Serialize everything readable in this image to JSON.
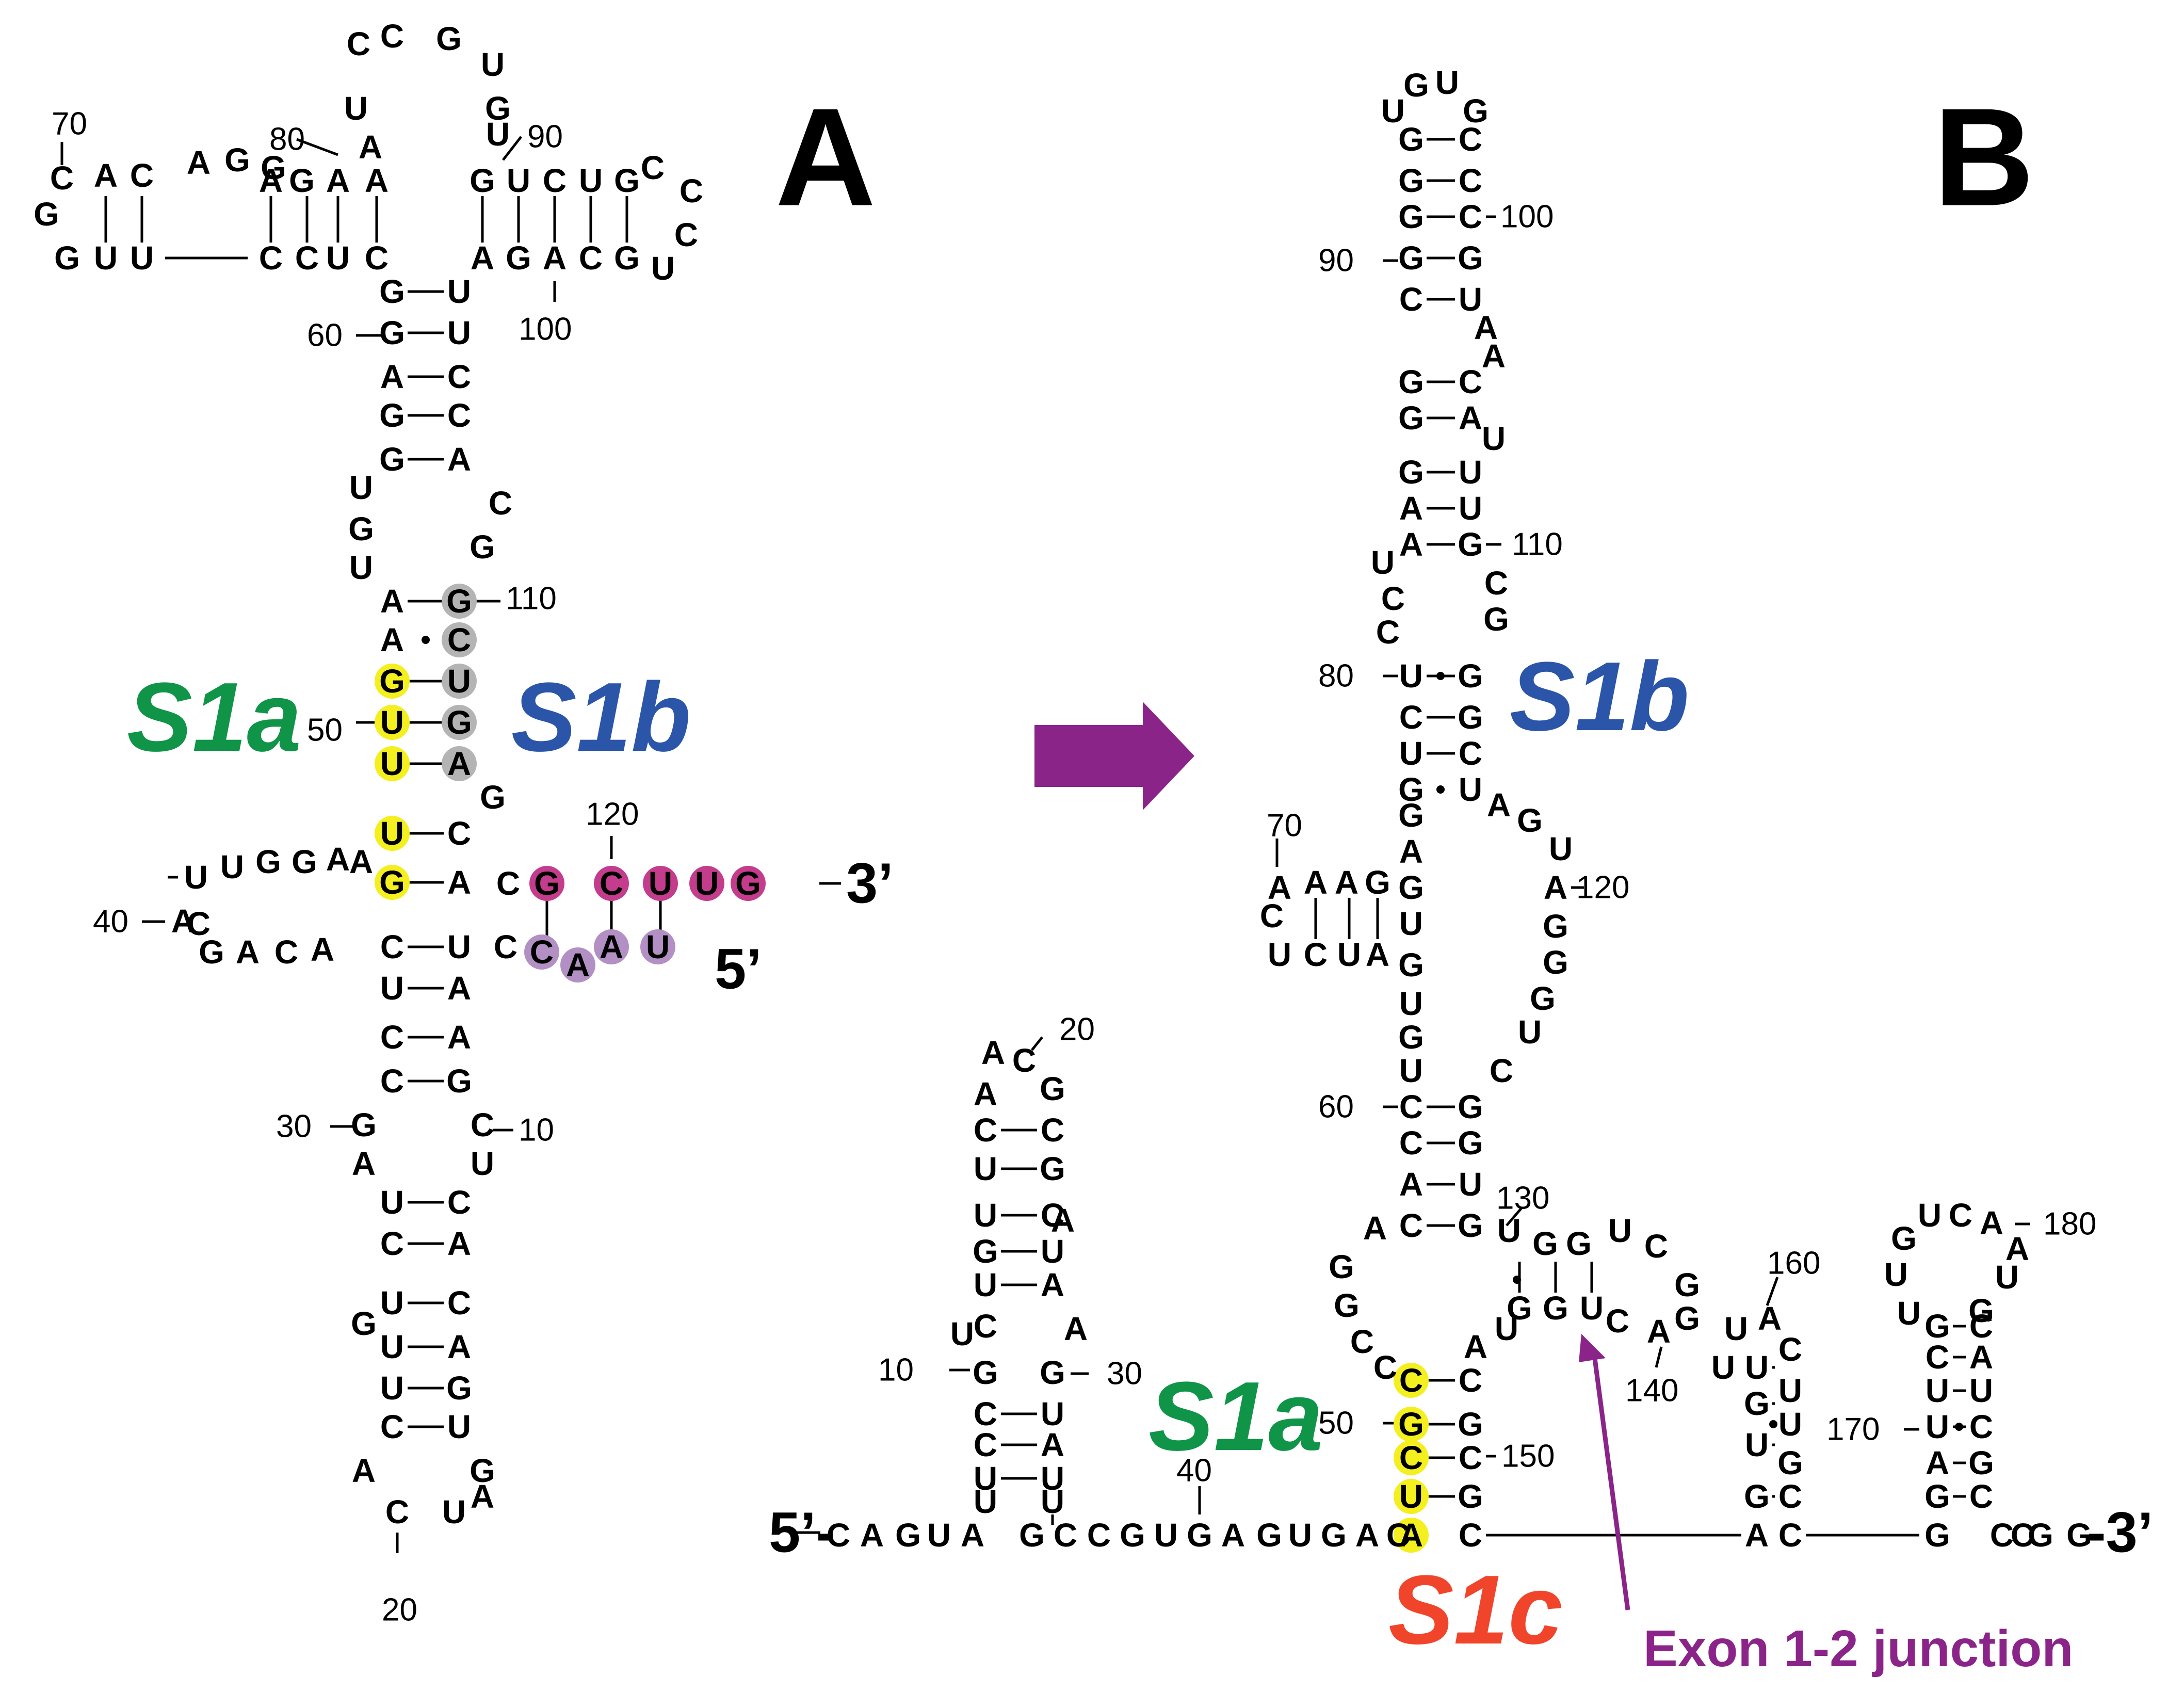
{
  "panels": {
    "a": "A",
    "b": "B"
  },
  "colors": {
    "s1a": "#0f9448",
    "s1b": "#2b55a8",
    "s1c": "#f0452a",
    "junction": "#8b2488",
    "highlight_yellow": "#f4ef1e",
    "highlight_gray": "#b4b4b4",
    "highlight_magenta": "#c43c8c",
    "highlight_lilac": "#b290c4",
    "arrow": "#8b2488"
  },
  "labels": {
    "s1a": "S1a",
    "s1b": "S1b",
    "s1c": "S1c",
    "junction": "Exon 1-2 junction",
    "five_prime": "5’",
    "three_prime": "3’"
  },
  "numbers": {
    "a": [
      "70",
      "80",
      "90",
      "100",
      "60",
      "110",
      "50",
      "120",
      "40",
      "30",
      "10",
      "20"
    ],
    "b": [
      "100",
      "90",
      "110",
      "80",
      "70",
      "120",
      "20",
      "60",
      "130",
      "160",
      "180",
      "10",
      "30",
      "140",
      "50",
      "150",
      "170",
      "40"
    ]
  },
  "ends": {
    "b_5": "5’-",
    "b_3": "-3’"
  },
  "seq_a": [
    "C",
    "C",
    "G",
    "U",
    "U",
    "G",
    "A",
    "U",
    "C",
    "A",
    "C",
    "A",
    "G",
    "G",
    "A",
    "G",
    "A",
    "A",
    "G",
    "U",
    "C",
    "U",
    "G",
    "C",
    "C",
    "C",
    "U",
    "G",
    "G",
    "U",
    "U",
    "C",
    "C",
    "U",
    "C",
    "A",
    "G",
    "A",
    "C",
    "G",
    "G",
    "U",
    "G",
    "U",
    "A",
    "C",
    "G",
    "C",
    "G",
    "A",
    "U",
    "C",
    "G",
    "G",
    "U",
    "A",
    "G",
    "A",
    "C",
    "G",
    "U",
    "U",
    "G",
    "U",
    "A",
    "G",
    "U",
    "C",
    "G",
    "A",
    "C",
    "G",
    "C",
    "U",
    "U",
    "G",
    "U",
    "U",
    "G",
    "G",
    "A",
    "A",
    "C",
    "A",
    "G",
    "A",
    "C",
    "A",
    "C",
    "U",
    "C",
    "C",
    "A",
    "U",
    "A",
    "U",
    "A",
    "C",
    "A",
    "C",
    "G",
    "G",
    "C",
    "A",
    "U",
    "U",
    "C",
    "C",
    "A",
    "U",
    "C",
    "G",
    "U",
    "A",
    "U",
    "G",
    "C",
    "U",
    "A",
    "G",
    "C",
    "U",
    "A",
    "C",
    "A"
  ],
  "seq_b": [
    "G",
    "U",
    "G",
    "U",
    "G",
    "C",
    "G",
    "C",
    "G",
    "C",
    "G",
    "G",
    "C",
    "U",
    "A",
    "A",
    "G",
    "C",
    "G",
    "A",
    "U",
    "G",
    "U",
    "A",
    "U",
    "A",
    "G",
    "C",
    "G",
    "U",
    "C",
    "C",
    "U",
    "G",
    "C",
    "G",
    "U",
    "C",
    "G",
    "U",
    "A",
    "G",
    "U",
    "G",
    "A",
    "A",
    "A",
    "A",
    "G",
    "G",
    "A",
    "G",
    "G",
    "G",
    "U",
    "C",
    "C",
    "U",
    "C",
    "U",
    "A",
    "U",
    "G",
    "U",
    "G",
    "U",
    "C",
    "G",
    "C",
    "G",
    "A",
    "U",
    "C",
    "G",
    "A",
    "G",
    "G",
    "C",
    "C",
    "U",
    "G",
    "G",
    "U",
    "C",
    "G",
    "G",
    "A",
    "C",
    "G",
    "G",
    "U",
    "A",
    "U",
    "C",
    "C",
    "G",
    "G",
    "C",
    "C",
    "U",
    "G",
    "A",
    "C",
    "A",
    "C",
    "G",
    "A",
    "C",
    "U",
    "C",
    "G",
    "A",
    "U",
    "C",
    "G",
    "U",
    "U",
    "A",
    "U",
    "C",
    "A",
    "G",
    "G",
    "C",
    "U",
    "C",
    "A",
    "U",
    "U",
    "U",
    "U",
    "U",
    "A",
    "C",
    "U",
    "U",
    "U",
    "G",
    "U",
    "U",
    "G",
    "G",
    "C",
    "A",
    "C",
    "G",
    "U",
    "C",
    "A",
    "A",
    "U",
    "G",
    "U",
    "U",
    "G",
    "C",
    "C",
    "A",
    "U",
    "U",
    "U",
    "C",
    "A",
    "G",
    "G",
    "C",
    "G",
    "C",
    "G",
    "G",
    "C",
    "C",
    "A",
    "G",
    "U",
    "A",
    "G",
    "C",
    "C",
    "G",
    "U",
    "G",
    "A",
    "G",
    "U",
    "G",
    "A",
    "C",
    "G",
    "A",
    "C",
    "A",
    "U",
    "U",
    "A",
    "C",
    "C",
    "U",
    "C",
    "A",
    "A",
    "A",
    "C",
    "A",
    "G",
    "A",
    "C",
    "G",
    "G",
    "C",
    "C",
    "G",
    "G",
    "G",
    "A"
  ]
}
